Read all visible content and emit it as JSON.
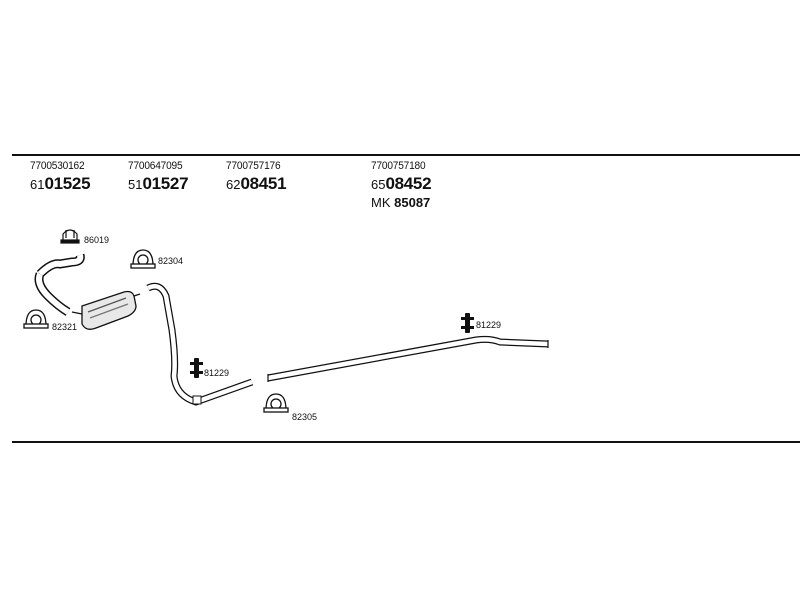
{
  "references": [
    {
      "oem": "7700530162",
      "prefix": "61",
      "main": "01525",
      "extra_prefix": "",
      "extra_main": ""
    },
    {
      "oem": "7700647095",
      "prefix": "51",
      "main": "01527",
      "extra_prefix": "",
      "extra_main": ""
    },
    {
      "oem": "7700757176",
      "prefix": "62",
      "main": "08451",
      "extra_prefix": "",
      "extra_main": ""
    },
    {
      "oem": "7700757180",
      "prefix": "65",
      "main": "08452",
      "extra_prefix": "MK",
      "extra_main": "85087"
    }
  ],
  "part_labels": {
    "clamp_86019": "86019",
    "clamp_82304": "82304",
    "clamp_82321": "82321",
    "hanger_81229_left": "81229",
    "clamp_82305": "82305",
    "hanger_81229_right": "81229"
  }
}
